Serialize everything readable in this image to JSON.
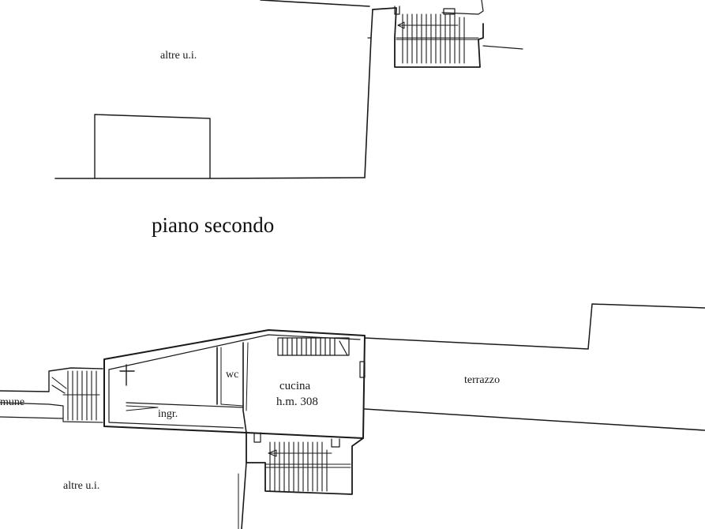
{
  "floor_title": "piano secondo",
  "rooms": {
    "upper_other_units": "altre u.i.",
    "lower_other_units": "altre u.i.",
    "wc": "wc",
    "kitchen": "cucina",
    "kitchen_height": "h.m. 308",
    "entrance": "ingr.",
    "terrace": "terrazzo",
    "common_cut": "mune"
  },
  "colors": {
    "ink": "#1a1a1a",
    "paper": "#ffffff"
  }
}
